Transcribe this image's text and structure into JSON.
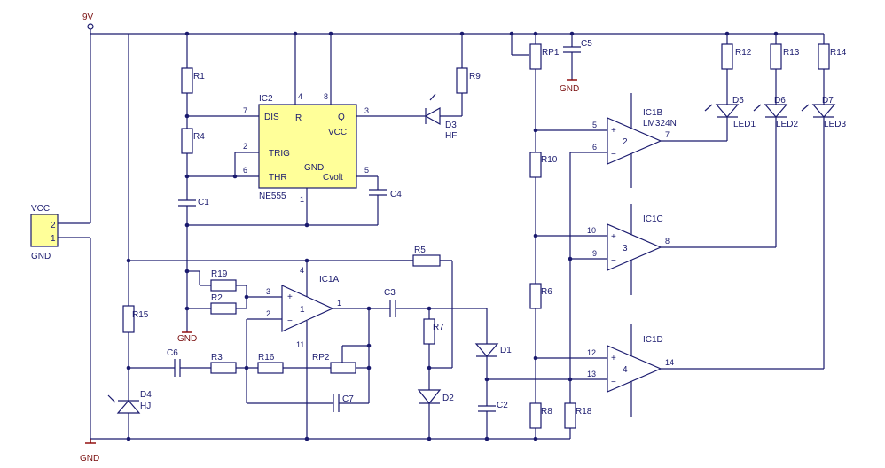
{
  "labels": {
    "supply": "9V",
    "gnd": "GND",
    "vcc_conn": "VCC",
    "conn_gnd": "GND",
    "conn_pin2": "2",
    "conn_pin1": "1",
    "ic2": "IC2",
    "ne555": "NE555",
    "dis": "DIS",
    "trig": "TRIG",
    "thr": "THR",
    "r_pin": "R",
    "vcc_pin": "VCC",
    "q_pin": "Q",
    "gnd_pin": "GND",
    "cvolt": "Cvolt",
    "p7": "7",
    "p2": "2",
    "p6": "6",
    "p4": "4",
    "p8": "8",
    "p3": "3",
    "p5": "5",
    "p1": "1",
    "r1": "R1",
    "r4": "R4",
    "c1": "C1",
    "c4": "C4",
    "r9": "R9",
    "d3": "D3",
    "hf": "HF",
    "rp1": "RP1",
    "c5": "C5",
    "gnd_c5": "GND",
    "ic1a": "IC1A",
    "ic1b": "IC1B",
    "lm324": "LM324N",
    "ic1c": "IC1C",
    "ic1d": "IC1D",
    "r10": "R10",
    "r6": "R6",
    "r8": "R8",
    "r18": "R18",
    "r12": "R12",
    "r13": "R13",
    "r14": "R14",
    "d5": "D5",
    "d6": "D6",
    "d7": "D7",
    "led1": "LED1",
    "led2": "LED2",
    "led3": "LED3",
    "r19": "R19",
    "r2": "R2",
    "r5": "R5",
    "r15": "R15",
    "r3": "R3",
    "r16": "R16",
    "rp2": "RP2",
    "c7": "C7",
    "c6": "C6",
    "c3": "C3",
    "c2": "C2",
    "r7": "R7",
    "d1": "D1",
    "d2": "D2",
    "d4": "D4",
    "hj": "HJ",
    "gnd_mid": "GND",
    "gnd_bottom": "GND",
    "a_p3": "3",
    "a_p2": "2",
    "a_p1": "1",
    "a_p4": "4",
    "a_p11": "11",
    "b_p5": "5",
    "b_p6": "6",
    "b_p7": "7",
    "c_p10": "10",
    "c_p9": "9",
    "c_p8": "8",
    "d_p12": "12",
    "d_p13": "13",
    "d_p14": "14",
    "plus": "+",
    "minus": "−",
    "oa_a": "1",
    "oa_b": "2",
    "oa_c": "3",
    "oa_d": "4"
  },
  "colors": {
    "wire": "#1a1a6e",
    "ground": "#8b0000",
    "ic_fill": "#ffff99",
    "background": "#ffffff"
  }
}
